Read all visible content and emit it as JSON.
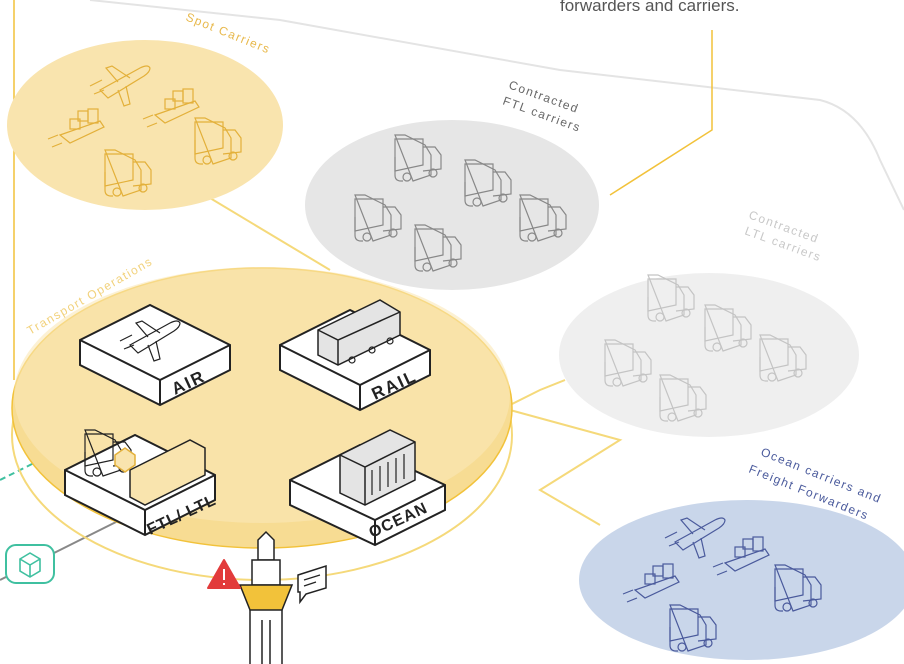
{
  "caption": "forwarders and carriers.",
  "labels": {
    "spot": "Spot Carriers",
    "transport": "Transport Operations",
    "ftl_1": "Contracted",
    "ftl_2": "FTL carriers",
    "ltl_1": "Contracted",
    "ltl_2": "LTL carriers",
    "ocean_1": "Ocean carriers and",
    "ocean_2": "Freight Forwarders"
  },
  "modules": {
    "air": "AIR",
    "rail": "RAIL",
    "ftl_ltl": "FTL/ LTL",
    "ocean": "OCEAN"
  },
  "colors": {
    "yellow_fill": "#f9e4ae",
    "yellow_line": "#f2c23a",
    "grey_fill": "#e6e6e6",
    "light_grey_fill": "#efefef",
    "blue_fill": "#c9d6ea",
    "blue_line": "#4a5a9c",
    "green": "#3fc0a0",
    "alert_red": "#e23b3b"
  },
  "icons": [
    "plane-icon",
    "ship-icon",
    "truck-icon",
    "train-icon",
    "container-icon",
    "alert-icon",
    "chat-icon",
    "cube-icon",
    "tower-icon"
  ]
}
